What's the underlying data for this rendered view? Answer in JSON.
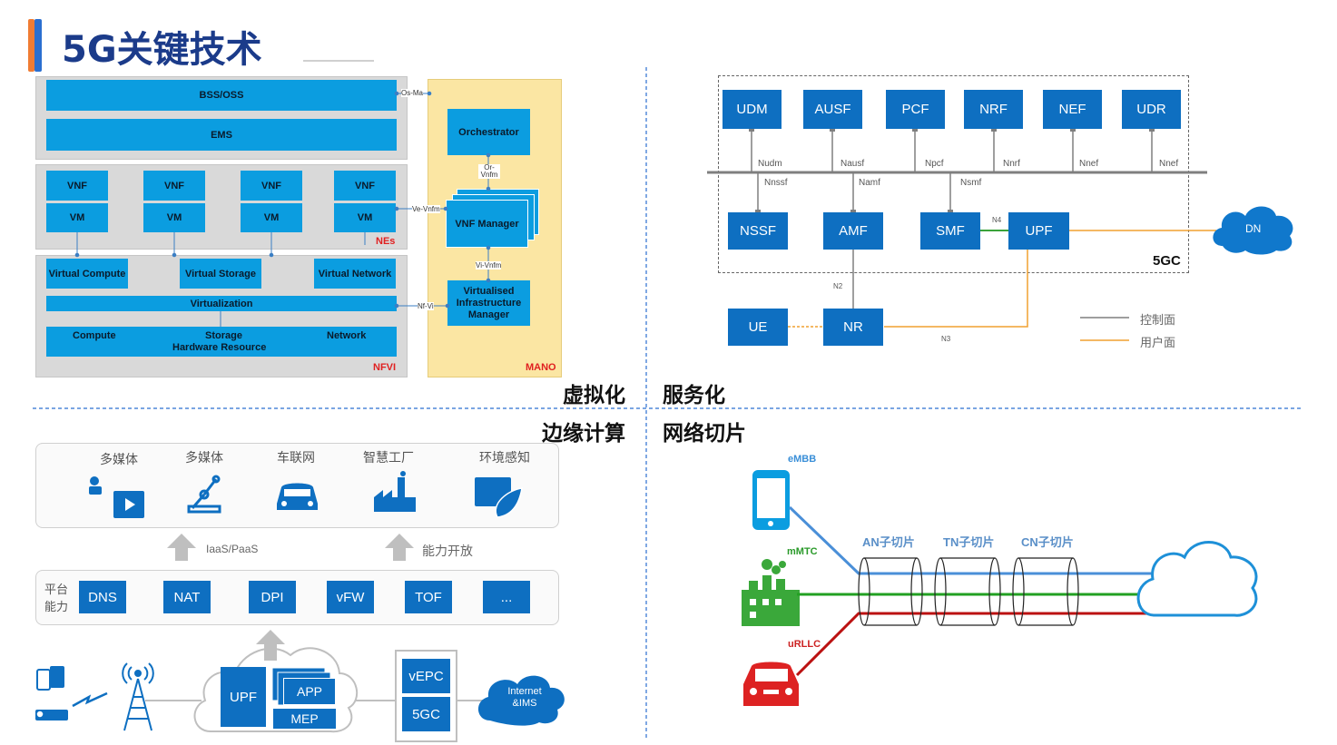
{
  "title": "5G关键技术",
  "nfv": {
    "bss_oss": "BSS/OSS",
    "ems": "EMS",
    "vnf": [
      "VNF",
      "VNF",
      "VNF",
      "VNF"
    ],
    "vm": [
      "VM",
      "VM",
      "VM",
      "VM"
    ],
    "nes": "NEs",
    "virtual_compute": "Virtual Compute",
    "virtual_storage": "Virtual Storage",
    "virtual_network": "Virtual Network",
    "virtualization": "Virtualization",
    "compute": "Compute",
    "storage": "Storage",
    "hardware_resource": "Hardware Resource",
    "network": "Network",
    "nfvi": "NFVI",
    "orchestrator": "Orchestrator",
    "vnf_manager": "VNF Manager",
    "vim": "Virtualised Infrastructure Manager",
    "mano": "MANO",
    "os_ma": "Os-Ma",
    "or_vnfm": "Or-Vnfm",
    "ve_vnfm": "Ve-Vnfm",
    "vi_vnfm": "Vi-Vnfm",
    "nf_vi": "Nf-Vi"
  },
  "sections": {
    "virtualization": "虚拟化",
    "service": "服务化",
    "edge": "边缘计算",
    "slicing": "网络切片"
  },
  "sba": {
    "nfs_top": [
      "UDM",
      "AUSF",
      "PCF",
      "NRF",
      "NEF",
      "UDR"
    ],
    "ifaces_top": [
      "Nudm",
      "Nausf",
      "Npcf",
      "Nnrf",
      "Nnef",
      "Nnef"
    ],
    "nfs_bottom": [
      "NSSF",
      "AMF",
      "SMF",
      "UPF"
    ],
    "ifaces_bottom": [
      "Nnssf",
      "Namf",
      "Nsmf"
    ],
    "n4": "N4",
    "n2": "N2",
    "n3": "N3",
    "dn": "DN",
    "core": "5GC",
    "ue": "UE",
    "nr": "NR",
    "legend_control": "控制面",
    "legend_user": "用户面",
    "control_color": "#7f7f7f",
    "user_color": "#f0a030"
  },
  "mec": {
    "apps": [
      "多媒体",
      "多媒体",
      "车联网",
      "智慧工厂",
      "环境感知"
    ],
    "iaas": "IaaS/PaaS",
    "capability_open": "能力开放",
    "platform_label": "平台能力",
    "platform_items": [
      "DNS",
      "NAT",
      "DPI",
      "vFW",
      "TOF",
      "..."
    ],
    "upf": "UPF",
    "app": "APP",
    "mep": "MEP",
    "vepc": "vEPC",
    "core": "5GC",
    "internet": "Internet &IMS"
  },
  "slicing": {
    "embb": "eMBB",
    "mmtc": "mMTC",
    "urllc": "uRLLC",
    "an": "AN子切片",
    "tn": "TN子切片",
    "cn": "CN子切片"
  }
}
